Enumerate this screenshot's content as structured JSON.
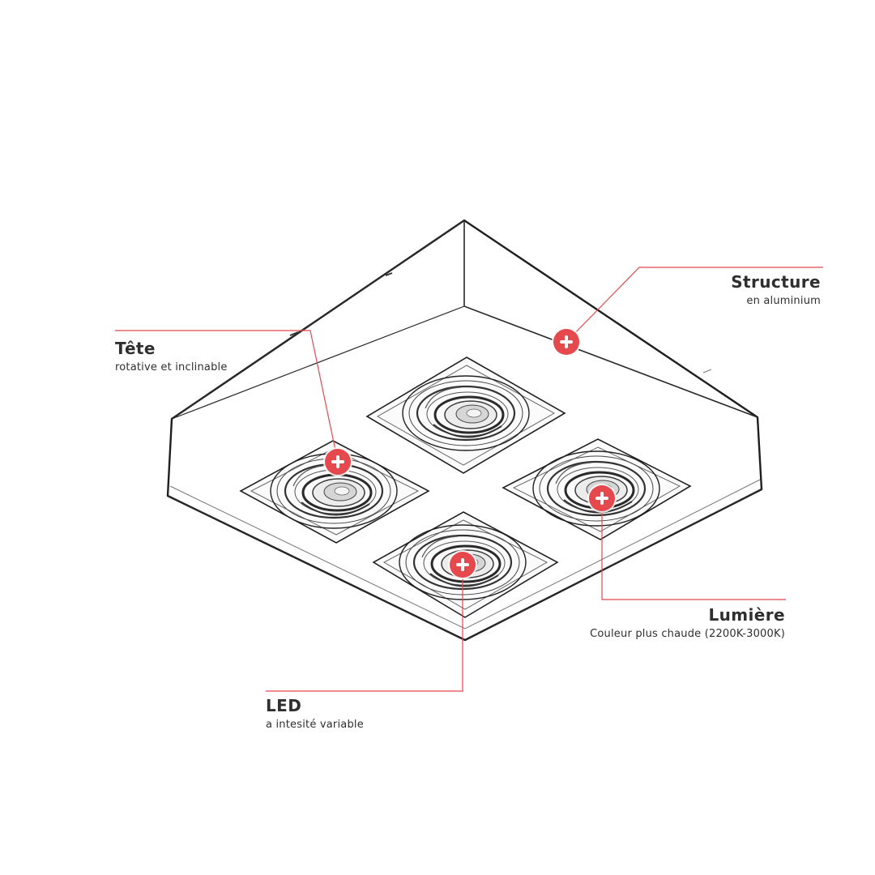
{
  "colors": {
    "accent": "#e5484d",
    "text": "#2f2f2f",
    "sketch": "#1f1f1f",
    "background": "#ffffff"
  },
  "icons": {
    "hotspot": "plus-icon"
  },
  "callouts": {
    "structure": {
      "title": "Structure",
      "subtitle": "en aluminium"
    },
    "tete": {
      "title": "Tête",
      "subtitle": "rotative et inclinable"
    },
    "lumiere": {
      "title": "Lumière",
      "subtitle": "Couleur plus chaude (2200K-3000K)"
    },
    "led": {
      "title": "LED",
      "subtitle": "a intesité variable"
    }
  }
}
